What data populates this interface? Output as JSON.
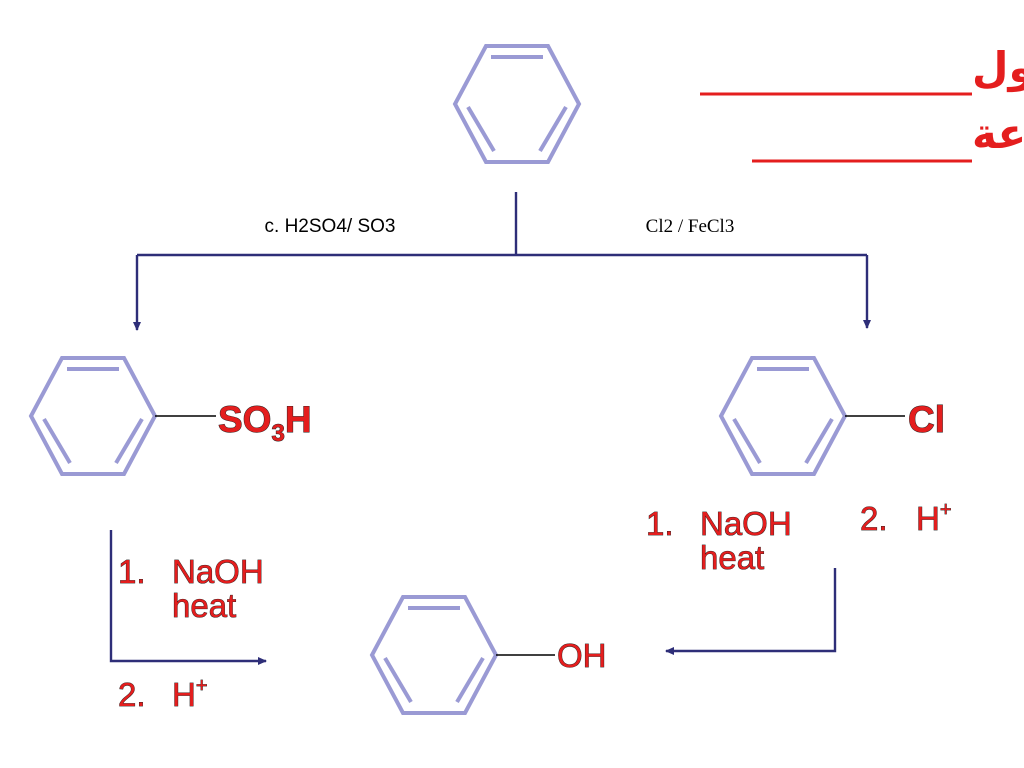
{
  "title": {
    "line1": "تحضير الفينول",
    "line2": "فى الصناعة"
  },
  "reagents": {
    "left_route": "c. H2SO4/ SO3",
    "right_route": "Cl2 / FeCl3"
  },
  "substituents": {
    "sulfonic_main": "SO",
    "sulfonic_sub": "3",
    "sulfonic_tail": "H",
    "chloro": "Cl",
    "hydroxyl": "OH"
  },
  "left_steps": {
    "step1_num": "1.",
    "step1_reagent": "NaOH",
    "step1_cond": "heat",
    "step2_num": "2.",
    "step2_reagent": "H",
    "step2_charge": "+"
  },
  "right_steps": {
    "step1_num": "1.",
    "step1_reagent": "NaOH",
    "step1_cond": "heat",
    "step2_num": "2.",
    "step2_reagent": "H",
    "step2_charge": "+"
  },
  "colors": {
    "title": "#e41e1e",
    "ring": "#9a9ad4",
    "arrow": "#2e2e78"
  }
}
